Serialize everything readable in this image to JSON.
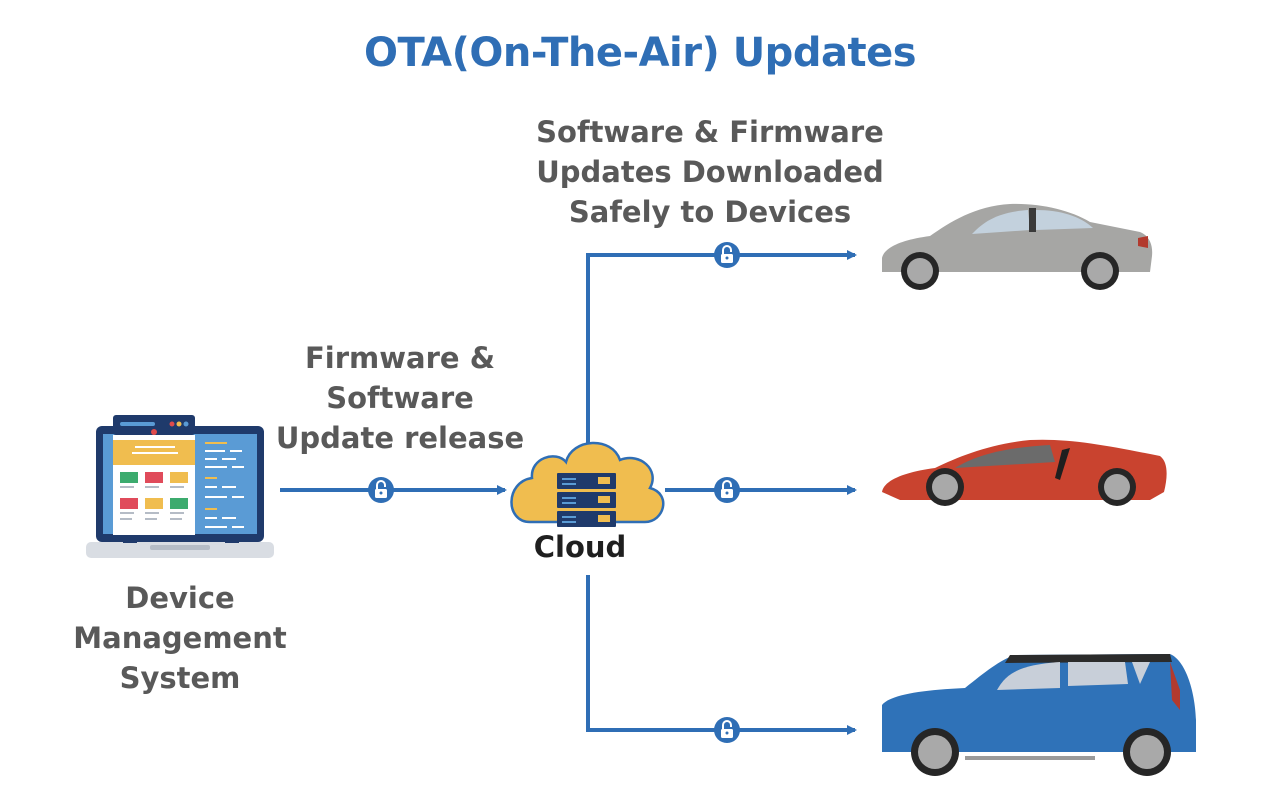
{
  "title": "OTA(On-The-Air) Updates",
  "colors": {
    "accent": "#2f6eb5",
    "label_text": "#595959",
    "cloud_fill": "#f0bd4f",
    "server": "#1f3a6b"
  },
  "nodes": {
    "source": {
      "label_lines": [
        "Device",
        "Management",
        "System"
      ],
      "icon": "laptop-dashboard-icon"
    },
    "cloud": {
      "label": "Cloud",
      "icon": "cloud-server-icon"
    },
    "devices": [
      {
        "name": "sedan",
        "color": "#a6a6a4",
        "icon": "gray-sedan-icon"
      },
      {
        "name": "sports-car",
        "color": "#c9432f",
        "icon": "red-sports-car-icon"
      },
      {
        "name": "hatchback",
        "color": "#2f72b8",
        "icon": "blue-hatchback-icon"
      }
    ]
  },
  "edges": {
    "release": {
      "label_lines": [
        "Firmware &",
        "Software",
        "Update release"
      ],
      "lock_icon": "lock-icon"
    },
    "download": {
      "label_lines": [
        "Software & Firmware",
        "Updates Downloaded",
        "Safely to Devices"
      ],
      "lock_icon": "lock-icon"
    }
  }
}
